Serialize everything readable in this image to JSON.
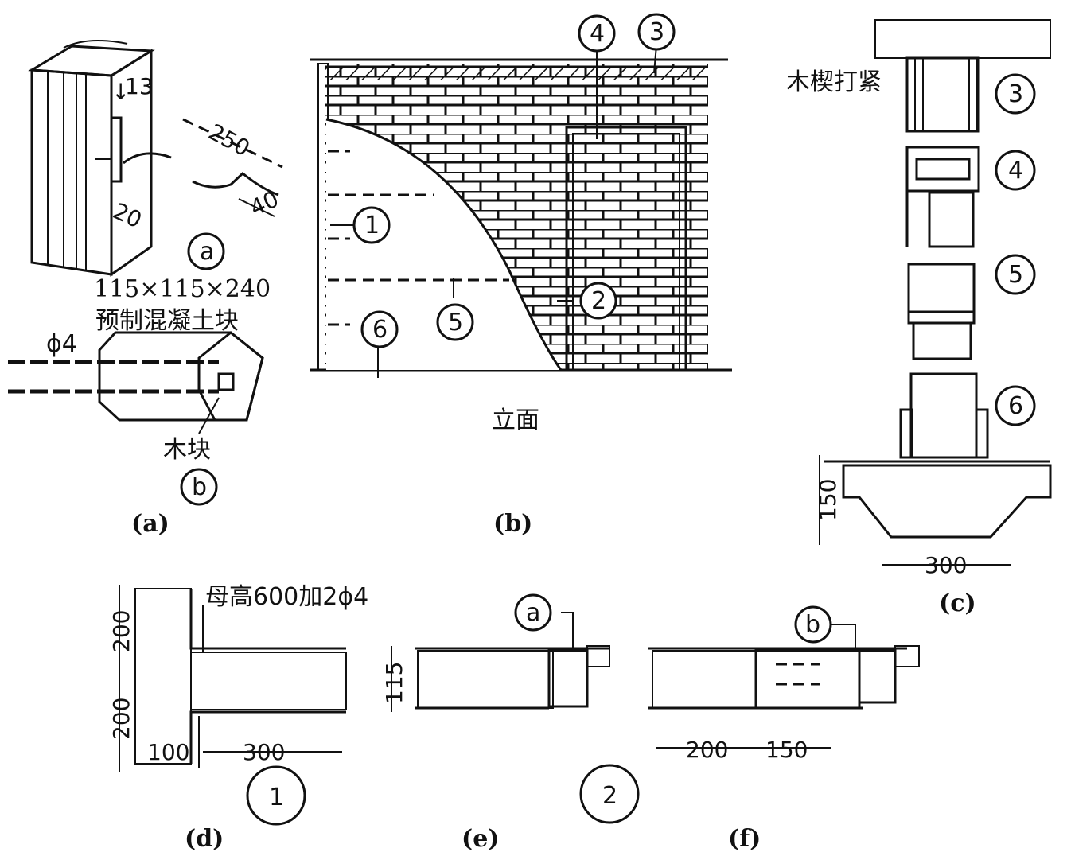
{
  "figure": {
    "panel_a": {
      "caption": "(a)",
      "sub_a": "a",
      "sub_b": "b",
      "dim_13": "13",
      "dim_20": "20",
      "dim_250": "250",
      "dim_40": "40",
      "block_size": "115×115×240",
      "block_name": "预制混凝土块",
      "rebar": "ϕ4",
      "wood_block": "木块"
    },
    "panel_b": {
      "caption": "(b)",
      "title": "立面",
      "markers": [
        "1",
        "2",
        "3",
        "4",
        "5",
        "6"
      ]
    },
    "panel_c": {
      "caption": "(c)",
      "wedge_note": "木楔打紧",
      "markers": [
        "3",
        "4",
        "5",
        "6"
      ],
      "dim_150": "150",
      "dim_300": "300"
    },
    "panel_d": {
      "caption": "(d)",
      "note": "母高600加2ϕ4",
      "dim_200_top": "200",
      "dim_200_bottom": "200",
      "dim_100": "100",
      "dim_300": "300",
      "marker": "1"
    },
    "panel_e": {
      "caption": "(e)",
      "sub": "a",
      "dim_115": "115",
      "marker": "2"
    },
    "panel_f": {
      "caption": "(f)",
      "sub": "b",
      "dim_200": "200",
      "dim_150": "150"
    }
  }
}
